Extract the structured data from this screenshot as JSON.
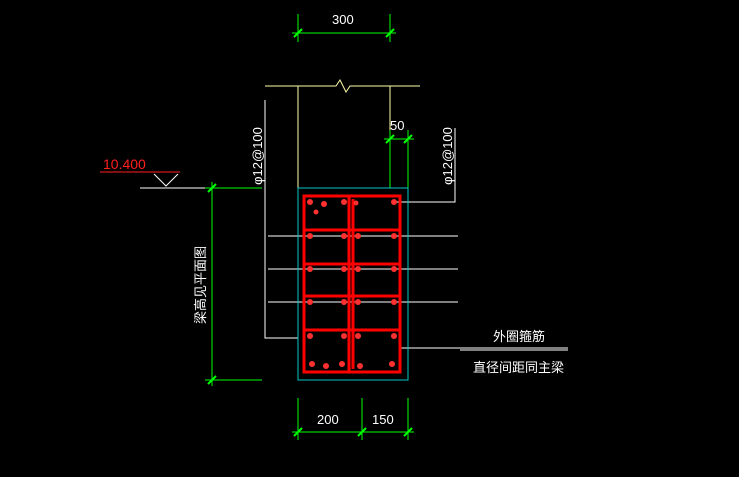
{
  "drawing": {
    "elevation_label": "10.400",
    "dim_top_width": "300",
    "dim_cover": "50",
    "dim_bottom_left": "200",
    "dim_bottom_right": "150",
    "left_stirrup_label": "φ12@100",
    "right_stirrup_label": "φ12@100",
    "vertical_note": "梁高见平面图",
    "note_line1": "外圈箍筋",
    "note_line2": "直径间距同主梁"
  },
  "colors": {
    "background": "#000000",
    "dimension": "#00ff00",
    "rebar": "#ff0000",
    "outline": "#00c8c8",
    "text": "#ffffff",
    "elevation": "#ff2020",
    "construction": "#ffffaa"
  }
}
